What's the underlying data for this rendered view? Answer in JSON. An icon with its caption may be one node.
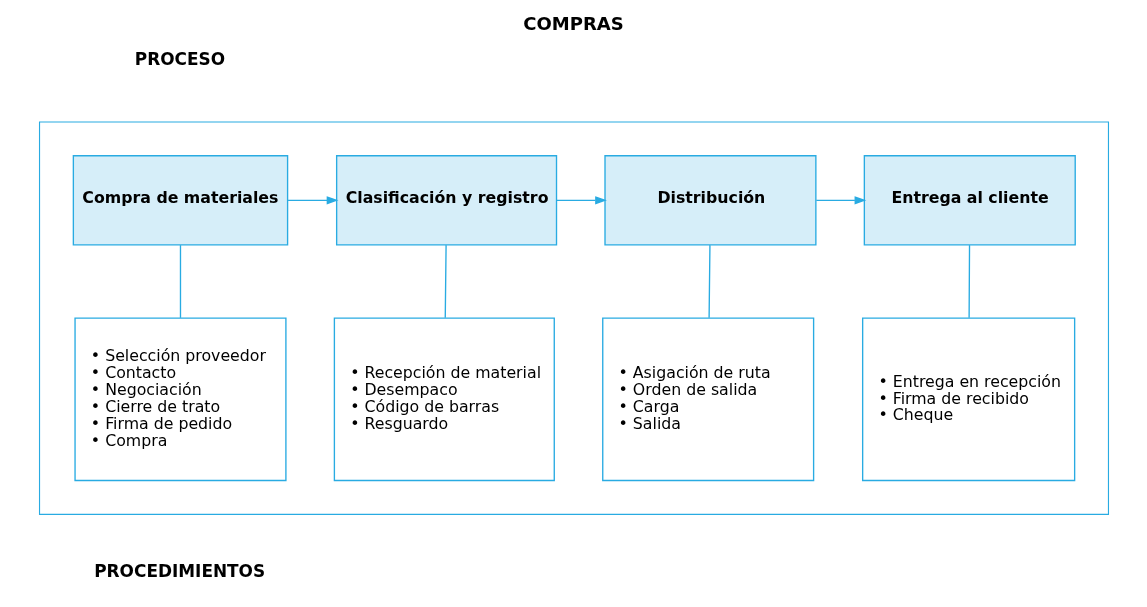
{
  "diagram": {
    "title": "COMPRAS",
    "nodes": [
      {
        "text": [],
        "shape": "box"
      },
      {
        "text": [
          "Compra de materiales"
        ],
        "in": 0
      },
      {
        "text": [
          "Clasificación y registro"
        ],
        "in": 0
      },
      {
        "text": [
          "Distribución"
        ],
        "in": 0
      },
      {
        "text": [
          "Entrega al cliente"
        ],
        "in": 0
      },
      {
        "text": [
          "• Selección proveedor",
          "• Contacto",
          "• Negociación",
          "• Cierre de trato",
          "• Firma de pedido",
          "• Compra"
        ],
        "in": 0
      },
      {
        "text": [
          "• Recepción de material",
          "• Desempaco",
          "• Código de barras",
          "• Resguardo"
        ],
        "in": 0
      },
      {
        "text": [
          "• Asigación de ruta",
          "• Orden de salida",
          "• Carga",
          "• Salida"
        ],
        "in": 0
      },
      {
        "text": [
          "• Entrega en recepción",
          "• Firma de recibido",
          "• Cheque"
        ],
        "in": 0
      }
    ],
    "edges": [
      {
        "from": 1,
        "to": 2,
        "arrow": "to"
      },
      {
        "from": 2,
        "to": 3,
        "arrow": "to"
      },
      {
        "from": 3,
        "to": 4,
        "arrow": "to"
      },
      {
        "from": 1,
        "to": 5,
        "arrow": "none"
      },
      {
        "from": 2,
        "to": 6,
        "arrow": "none"
      },
      {
        "from": 3,
        "to": 7,
        "arrow": "none"
      },
      {
        "from": 4,
        "to": 8,
        "arrow": "none"
      }
    ],
    "labels": [
      "PROCESO",
      "PROCEDIMIENTOS"
    ]
  }
}
